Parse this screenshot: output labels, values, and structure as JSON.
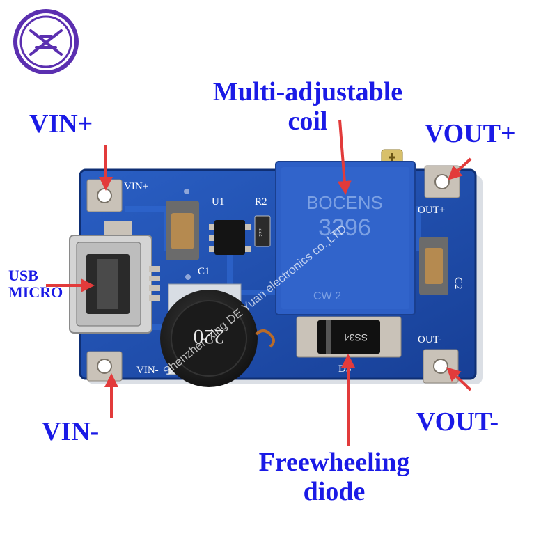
{
  "labels": {
    "vin_plus": "VIN+",
    "vin_minus": "VIN-",
    "vout_plus": "VOUT+",
    "vout_minus": "VOUT-",
    "usb_line1": "USB",
    "usb_line2": "MICRO",
    "coil_line1": "Multi-adjustable",
    "coil_line2": "coil",
    "diode_line1": "Freewheeling",
    "diode_line2": "diode"
  },
  "silkscreen": {
    "vin_plus": "VIN+",
    "vin_minus": "VIN-",
    "out_plus": "OUT+",
    "out_minus": "OUT-",
    "u1": "U1",
    "r2": "R2",
    "c1": "C1",
    "c2": "C2",
    "d3": "D3",
    "pot_brand": "BOCENS",
    "pot_model": "3296",
    "pot_marking": "CW 2",
    "inductor": "220",
    "diode_part": "SS34",
    "resistor_code": "222"
  },
  "watermark": "Shenzhen xing DE Yuan electronics co.,LTD",
  "colors": {
    "label_blue": "#1a1ae6",
    "arrow_red": "#e23b3b",
    "pcb_blue": "#1d4fb0",
    "pot_blue": "#2d5fc6",
    "logo_purple": "#5b2fb0"
  },
  "icons": [
    "company-logo-icon"
  ]
}
